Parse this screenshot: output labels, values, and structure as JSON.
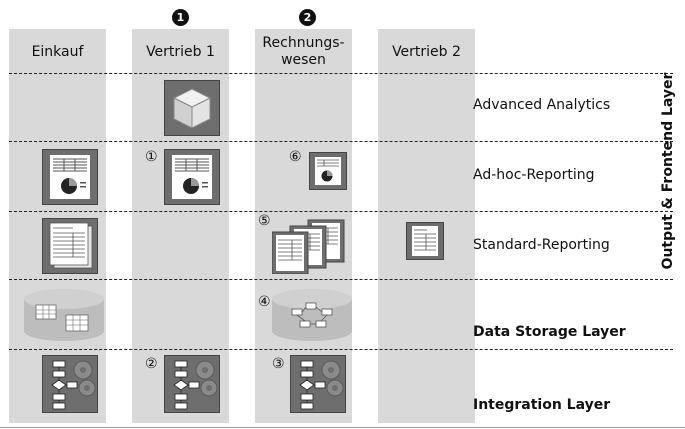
{
  "columns": [
    {
      "id": "einkauf",
      "header": "Einkauf",
      "number": ""
    },
    {
      "id": "vertrieb1",
      "header": "Vertrieb 1",
      "number": "1"
    },
    {
      "id": "rechnungswesen",
      "header_line1": "Rechnungs-",
      "header_line2": "wesen",
      "number": "2"
    },
    {
      "id": "vertrieb2",
      "header": "Vertrieb 2",
      "number": ""
    }
  ],
  "layers": {
    "advanced_analytics": "Advanced Analytics",
    "adhoc_reporting": "Ad-hoc-Reporting",
    "standard_reporting": "Standard-Reporting",
    "data_storage": "Data Storage Layer",
    "integration": "Integration Layer"
  },
  "side_title": "Output & Frontend Layer",
  "markers": {
    "m1": "①",
    "m2": "②",
    "m3": "③",
    "m4": "④",
    "m5": "⑤",
    "m6": "⑥"
  },
  "icons": {
    "cube": "olap-cube-icon",
    "report": "report-with-pie-chart-icon",
    "standard_report": "standard-report-icon",
    "database": "database-icon",
    "etl": "etl-process-icon"
  },
  "colors": {
    "column_bg": "#d9d9d9",
    "tile_bg": "#6e6e6e",
    "cylinder": "#bdbdbd"
  }
}
